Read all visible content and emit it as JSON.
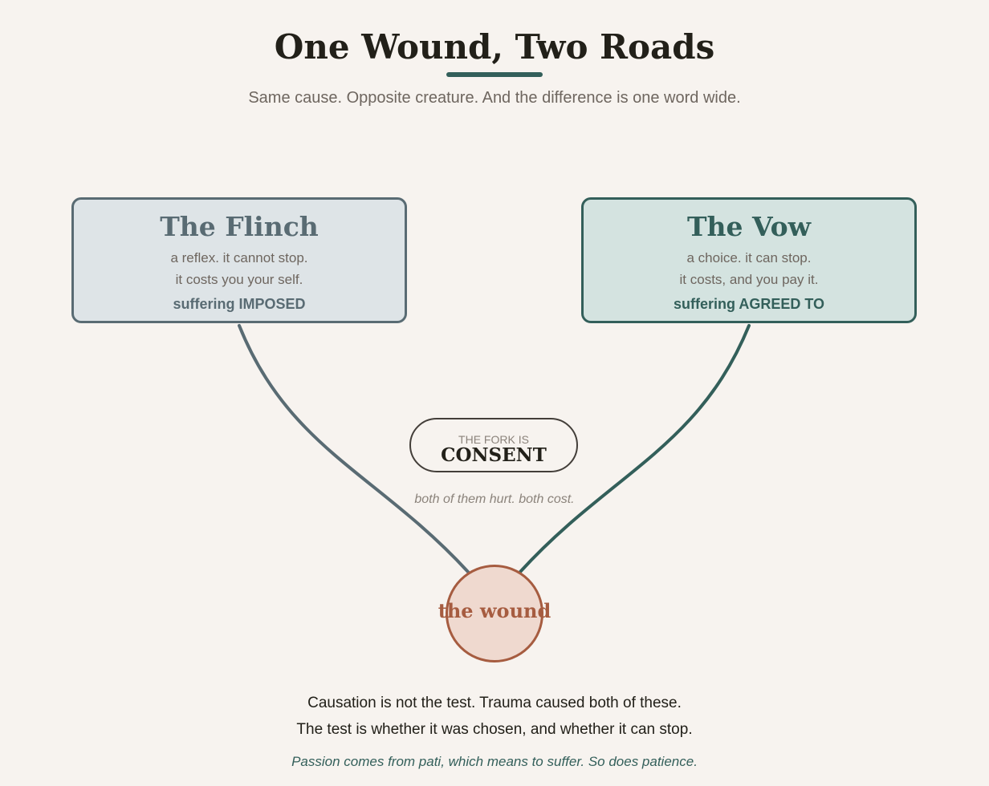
{
  "header": {
    "title": "One Wound, Two Roads",
    "subtitle": "Same cause. Opposite creature. And the difference is one word wide."
  },
  "left_branch": {
    "title": "The Flinch",
    "line1": "a reflex. it cannot stop.",
    "line2": "it costs you your self.",
    "tag": "suffering IMPOSED"
  },
  "right_branch": {
    "title": "The Vow",
    "line1": "a choice. it can stop.",
    "line2": "it costs, and you pay it.",
    "tag": "suffering AGREED TO"
  },
  "fork": {
    "label": "THE FORK IS",
    "word": "CONSENT",
    "note": "both of them hurt. both cost."
  },
  "origin": {
    "label": "the wound"
  },
  "closing": {
    "line1": "Causation is not the test. Trauma caused both of these.",
    "line2": "The test is whether it was chosen, and whether it can stop.",
    "coda": "Passion comes from pati, which means to suffer. So does patience."
  },
  "colors": {
    "background": "#f7f3ef",
    "flinch": "#596b73",
    "vow": "#335f5a",
    "wound": "#a65c40",
    "wound_fill": "#efd9cf"
  }
}
